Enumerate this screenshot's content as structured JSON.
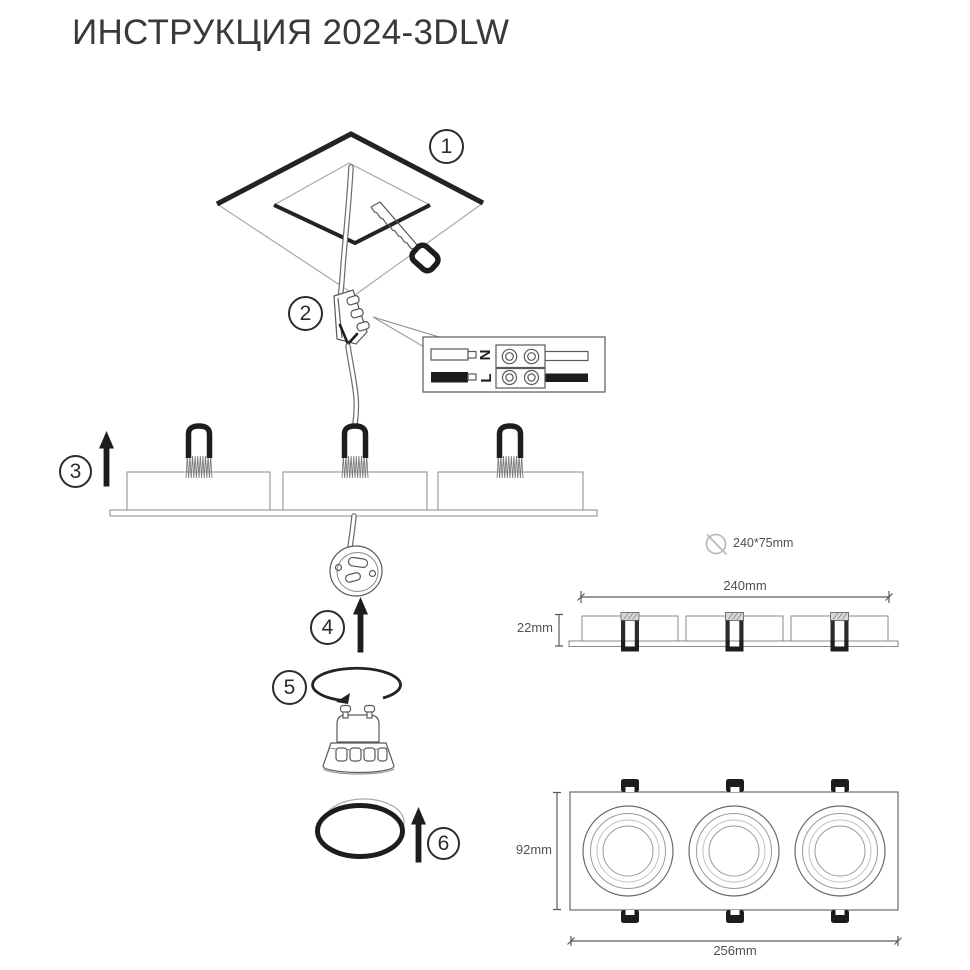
{
  "title": "ИНСТРУКЦИЯ 2024-3DLW",
  "steps": [
    "1",
    "2",
    "3",
    "4",
    "5",
    "6"
  ],
  "wiring": {
    "neutral_label": "N",
    "live_label": "L"
  },
  "dimensions": {
    "cutout": "240*75mm",
    "body_length": "240mm",
    "body_height": "22mm",
    "face_height": "92mm",
    "face_length": "256mm"
  },
  "icons": {
    "cutting_tool": "hand-saw",
    "cutout_symbol": "circle-slash",
    "insert_direction": "solid-up-arrow",
    "twist_direction": "ellipse-rotation-arrow"
  },
  "colors": {
    "ink": "#1d1d1b",
    "line": "#59595b",
    "light_line": "#a8a8aa",
    "dimension_text": "#515153",
    "background": "#ffffff"
  }
}
